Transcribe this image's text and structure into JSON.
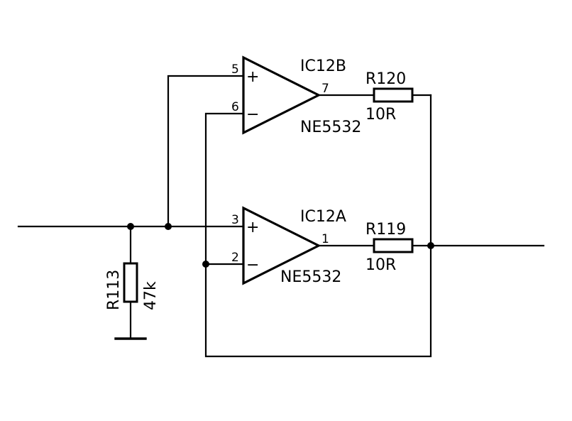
{
  "opamps": [
    {
      "ref": "IC12B",
      "part": "NE5532",
      "pin_noninv": "5",
      "pin_inv": "6",
      "pin_out": "7",
      "plus_sign": "+",
      "minus_sign": "−"
    },
    {
      "ref": "IC12A",
      "part": "NE5532",
      "pin_noninv": "3",
      "pin_inv": "2",
      "pin_out": "1",
      "plus_sign": "+",
      "minus_sign": "−"
    }
  ],
  "resistors": [
    {
      "ref": "R120",
      "value": "10R"
    },
    {
      "ref": "R119",
      "value": "10R"
    },
    {
      "ref": "R113",
      "value": "47k"
    }
  ]
}
